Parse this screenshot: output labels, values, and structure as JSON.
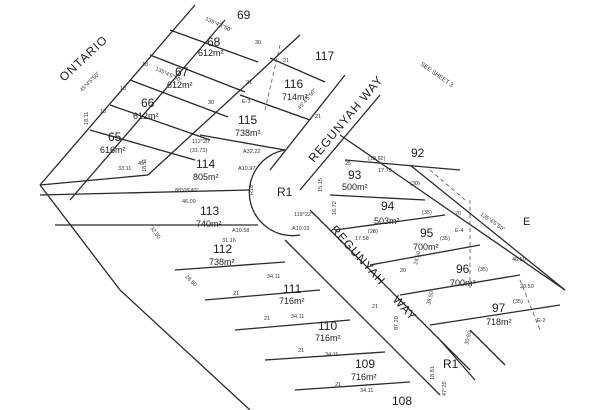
{
  "roads": {
    "ontario": "ONTARIO",
    "regunyah_top": "REGUNYAH WAY",
    "regunyah_mid": "REGUNYAH",
    "regunyah_low": "WAY"
  },
  "reserves": {
    "r1_center": "R1",
    "r1_lower": "R1"
  },
  "note": "SEE SHEET 3",
  "side_letter": "E",
  "lots": [
    {
      "id": "69",
      "area": ""
    },
    {
      "id": "68",
      "area": "612m²"
    },
    {
      "id": "67",
      "area": "612m²"
    },
    {
      "id": "66",
      "area": "612m²"
    },
    {
      "id": "65",
      "area": "616m²"
    },
    {
      "id": "117",
      "area": ""
    },
    {
      "id": "116",
      "area": "714m²"
    },
    {
      "id": "115",
      "area": "738m²"
    },
    {
      "id": "114",
      "area": "805m²"
    },
    {
      "id": "113",
      "area": "740m²"
    },
    {
      "id": "112",
      "area": "738m²"
    },
    {
      "id": "111",
      "area": "716m²"
    },
    {
      "id": "110",
      "area": "716m²"
    },
    {
      "id": "109",
      "area": "716m²"
    },
    {
      "id": "108",
      "area": ""
    },
    {
      "id": "92",
      "area": ""
    },
    {
      "id": "93",
      "area": "500m²"
    },
    {
      "id": "94",
      "area": "503m²"
    },
    {
      "id": "95",
      "area": "700m²"
    },
    {
      "id": "96",
      "area": "700m²"
    },
    {
      "id": "97",
      "area": "718m²"
    }
  ],
  "dims": {
    "d_18a": "18",
    "d_18b": "18",
    "d_18c": "18",
    "d_1811a": "18.11",
    "d_1811b": "18.11",
    "d_bear1": "135°4'5\"50\"",
    "d_bear2": "135°4'5\"50\"",
    "d_bear3": "45°4'5\"50\"",
    "d_30a": "30",
    "d_30b": "30",
    "d_21a": "21",
    "d_21b": "21",
    "d_21c": "21",
    "d_21d": "21",
    "d_21e": "21",
    "d_21f": "21",
    "d_21g": "21",
    "d_21h": "21",
    "d_3311": "33.11",
    "d_3171": "(31.71)",
    "d_4609": "46.09",
    "d_bear88": "88°05'40\"",
    "d_3250": "32.50",
    "d_3116": "31.16",
    "d_2850": "28.50",
    "d_3411a": "34.11",
    "d_3411b": "34.11",
    "d_3411c": "34.11",
    "d_3411d": "34.11",
    "d_8720": "87.20",
    "d_1881": "18.81",
    "d_r18": "R18",
    "d_a3222": "A32.22",
    "d_a1097": "A10.97",
    "d_a1058": "A10.58",
    "d_a1003": "A10.03",
    "d_bear112": "112°20'",
    "d_bear118": "118°22'",
    "d_1862": "(18.62)",
    "d_1779": "17.79",
    "d_1515": "15.15",
    "d_1672": "16.72",
    "d_1758": "17.58",
    "d_2450": "24.50",
    "d_3850": "38.50",
    "d_3050": "30.50",
    "d_2050": "20.50",
    "d_4650": "46.50",
    "d_30c": "(30)",
    "d_35a": "(35)",
    "d_35b": "(35)",
    "d_35c": "(35)",
    "d_35d": "(35)",
    "d_28": "(28)",
    "d_25": "25",
    "d_20a": "20",
    "d_20b": "20",
    "d_e3": "E-3",
    "d_e4": "E-4",
    "d_e2": "E-2",
    "d_45deg": "45°",
    "d_4725": "47°25'",
    "d_bear4": "45°4'5\"50\"",
    "d_bear5": "135°4'5\"50\""
  }
}
